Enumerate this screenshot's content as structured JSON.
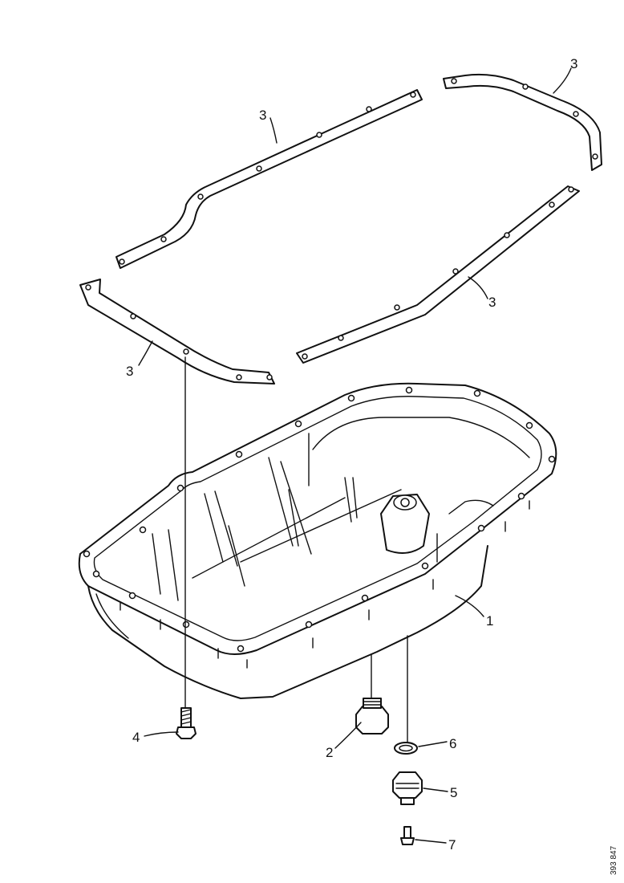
{
  "callouts": {
    "gasket_top_left": "3",
    "gasket_top_right": "3",
    "gasket_right": "3",
    "gasket_left": "3",
    "oil_pan": "1",
    "bolt": "4",
    "drain_plug": "2",
    "seal_ring": "6",
    "sensor": "5",
    "screw": "7"
  },
  "figure_ref": "393 847"
}
